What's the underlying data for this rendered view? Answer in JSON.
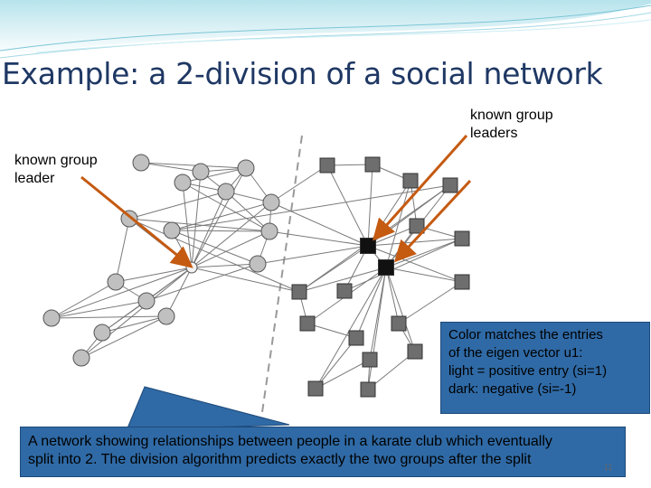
{
  "slide": {
    "title": "Example: a 2-division of a social network",
    "label_leaders": [
      "known group",
      "leaders"
    ],
    "label_leader": [
      "known group",
      "leader"
    ],
    "callout_color_lines": [
      "Color matches the entries",
      "of the eigen vector u1:",
      "light = positive entry  (si=1)",
      "dark: negative  (si=-1)"
    ],
    "callout_bottom_lines": [
      "A network showing relationships between people in a karate club which eventually",
      "split into 2. The division algorithm predicts exactly the two groups after the split"
    ],
    "page_number": "11"
  },
  "colors": {
    "title": "#1f3864",
    "callout_fill": "#2f6aa6",
    "arrow": "#c55a11",
    "node_light": "#c0c0c0",
    "node_dark": "#6e6e6e",
    "node_leader": "#111111"
  },
  "network": {
    "light_nodes": [
      "c1",
      "c2",
      "c3",
      "c4",
      "c5",
      "c6",
      "c7",
      "c8",
      "c9",
      "c10",
      "c11",
      "c12",
      "c13",
      "c14",
      "c15",
      "c16",
      "leaderL"
    ],
    "dark_nodes": [
      "s1",
      "s2",
      "s3",
      "s4",
      "s5",
      "s6",
      "s7",
      "s8",
      "s9",
      "s10",
      "s11",
      "s12",
      "s13",
      "s14",
      "s15",
      "s16",
      "leaderR1",
      "leaderR2"
    ],
    "edges": [
      [
        "c1",
        "c2"
      ],
      [
        "c1",
        "c3"
      ],
      [
        "c2",
        "c3"
      ],
      [
        "c2",
        "c5"
      ],
      [
        "c3",
        "c4"
      ],
      [
        "c3",
        "c5"
      ],
      [
        "c3",
        "c6"
      ],
      [
        "c4",
        "c5"
      ],
      [
        "c4",
        "c7"
      ],
      [
        "c5",
        "c6"
      ],
      [
        "c5",
        "c7"
      ],
      [
        "c5",
        "c8"
      ],
      [
        "c6",
        "c7"
      ],
      [
        "c6",
        "c9"
      ],
      [
        "c7",
        "c8"
      ],
      [
        "c7",
        "c9"
      ],
      [
        "c7",
        "c10"
      ],
      [
        "c8",
        "c11"
      ],
      [
        "c9",
        "c10"
      ],
      [
        "c10",
        "c12"
      ],
      [
        "c11",
        "c12"
      ],
      [
        "c11",
        "c13"
      ],
      [
        "c12",
        "c13"
      ],
      [
        "c12",
        "c14"
      ],
      [
        "c13",
        "c15"
      ],
      [
        "c14",
        "c15"
      ],
      [
        "c14",
        "c16"
      ],
      [
        "c15",
        "c16"
      ],
      [
        "leaderL",
        "c2"
      ],
      [
        "leaderL",
        "c3"
      ],
      [
        "leaderL",
        "c4"
      ],
      [
        "leaderL",
        "c5"
      ],
      [
        "leaderL",
        "c6"
      ],
      [
        "leaderL",
        "c7"
      ],
      [
        "leaderL",
        "c8"
      ],
      [
        "leaderL",
        "c9"
      ],
      [
        "leaderL",
        "c10"
      ],
      [
        "leaderL",
        "c11"
      ],
      [
        "leaderL",
        "c12"
      ],
      [
        "leaderL",
        "c13"
      ],
      [
        "leaderL",
        "c14"
      ],
      [
        "leaderL",
        "c15"
      ],
      [
        "leaderL",
        "c16"
      ],
      [
        "leaderL",
        "s5"
      ],
      [
        "c8",
        "s5"
      ],
      [
        "c9",
        "s4"
      ],
      [
        "c6",
        "s1"
      ],
      [
        "c7",
        "leaderR1"
      ],
      [
        "c10",
        "leaderR1"
      ],
      [
        "c6",
        "leaderR1"
      ],
      [
        "leaderR1",
        "s1"
      ],
      [
        "leaderR1",
        "s2"
      ],
      [
        "leaderR1",
        "s3"
      ],
      [
        "leaderR1",
        "s4"
      ],
      [
        "leaderR1",
        "s5"
      ],
      [
        "leaderR1",
        "s6"
      ],
      [
        "leaderR1",
        "s7"
      ],
      [
        "leaderR1",
        "s8"
      ],
      [
        "leaderR1",
        "s9"
      ],
      [
        "leaderR2",
        "s3"
      ],
      [
        "leaderR2",
        "s4"
      ],
      [
        "leaderR2",
        "s6"
      ],
      [
        "leaderR2",
        "s7"
      ],
      [
        "leaderR2",
        "s9"
      ],
      [
        "leaderR2",
        "s10"
      ],
      [
        "leaderR2",
        "s11"
      ],
      [
        "leaderR2",
        "s12"
      ],
      [
        "leaderR2",
        "s13"
      ],
      [
        "leaderR2",
        "s14"
      ],
      [
        "leaderR2",
        "s15"
      ],
      [
        "leaderR2",
        "s16"
      ],
      [
        "leaderR2",
        "s5"
      ],
      [
        "s1",
        "s2"
      ],
      [
        "s2",
        "s3"
      ],
      [
        "s3",
        "s6"
      ],
      [
        "s4",
        "s5"
      ],
      [
        "s5",
        "s10"
      ],
      [
        "s9",
        "s12"
      ],
      [
        "s10",
        "s11"
      ],
      [
        "s11",
        "s15"
      ],
      [
        "s12",
        "s13"
      ],
      [
        "s13",
        "s14"
      ],
      [
        "s15",
        "s16"
      ],
      [
        "s6",
        "s7"
      ],
      [
        "s8",
        "s7"
      ],
      [
        "s14",
        "s16"
      ],
      [
        "leaderR1",
        "leaderR2"
      ]
    ]
  }
}
